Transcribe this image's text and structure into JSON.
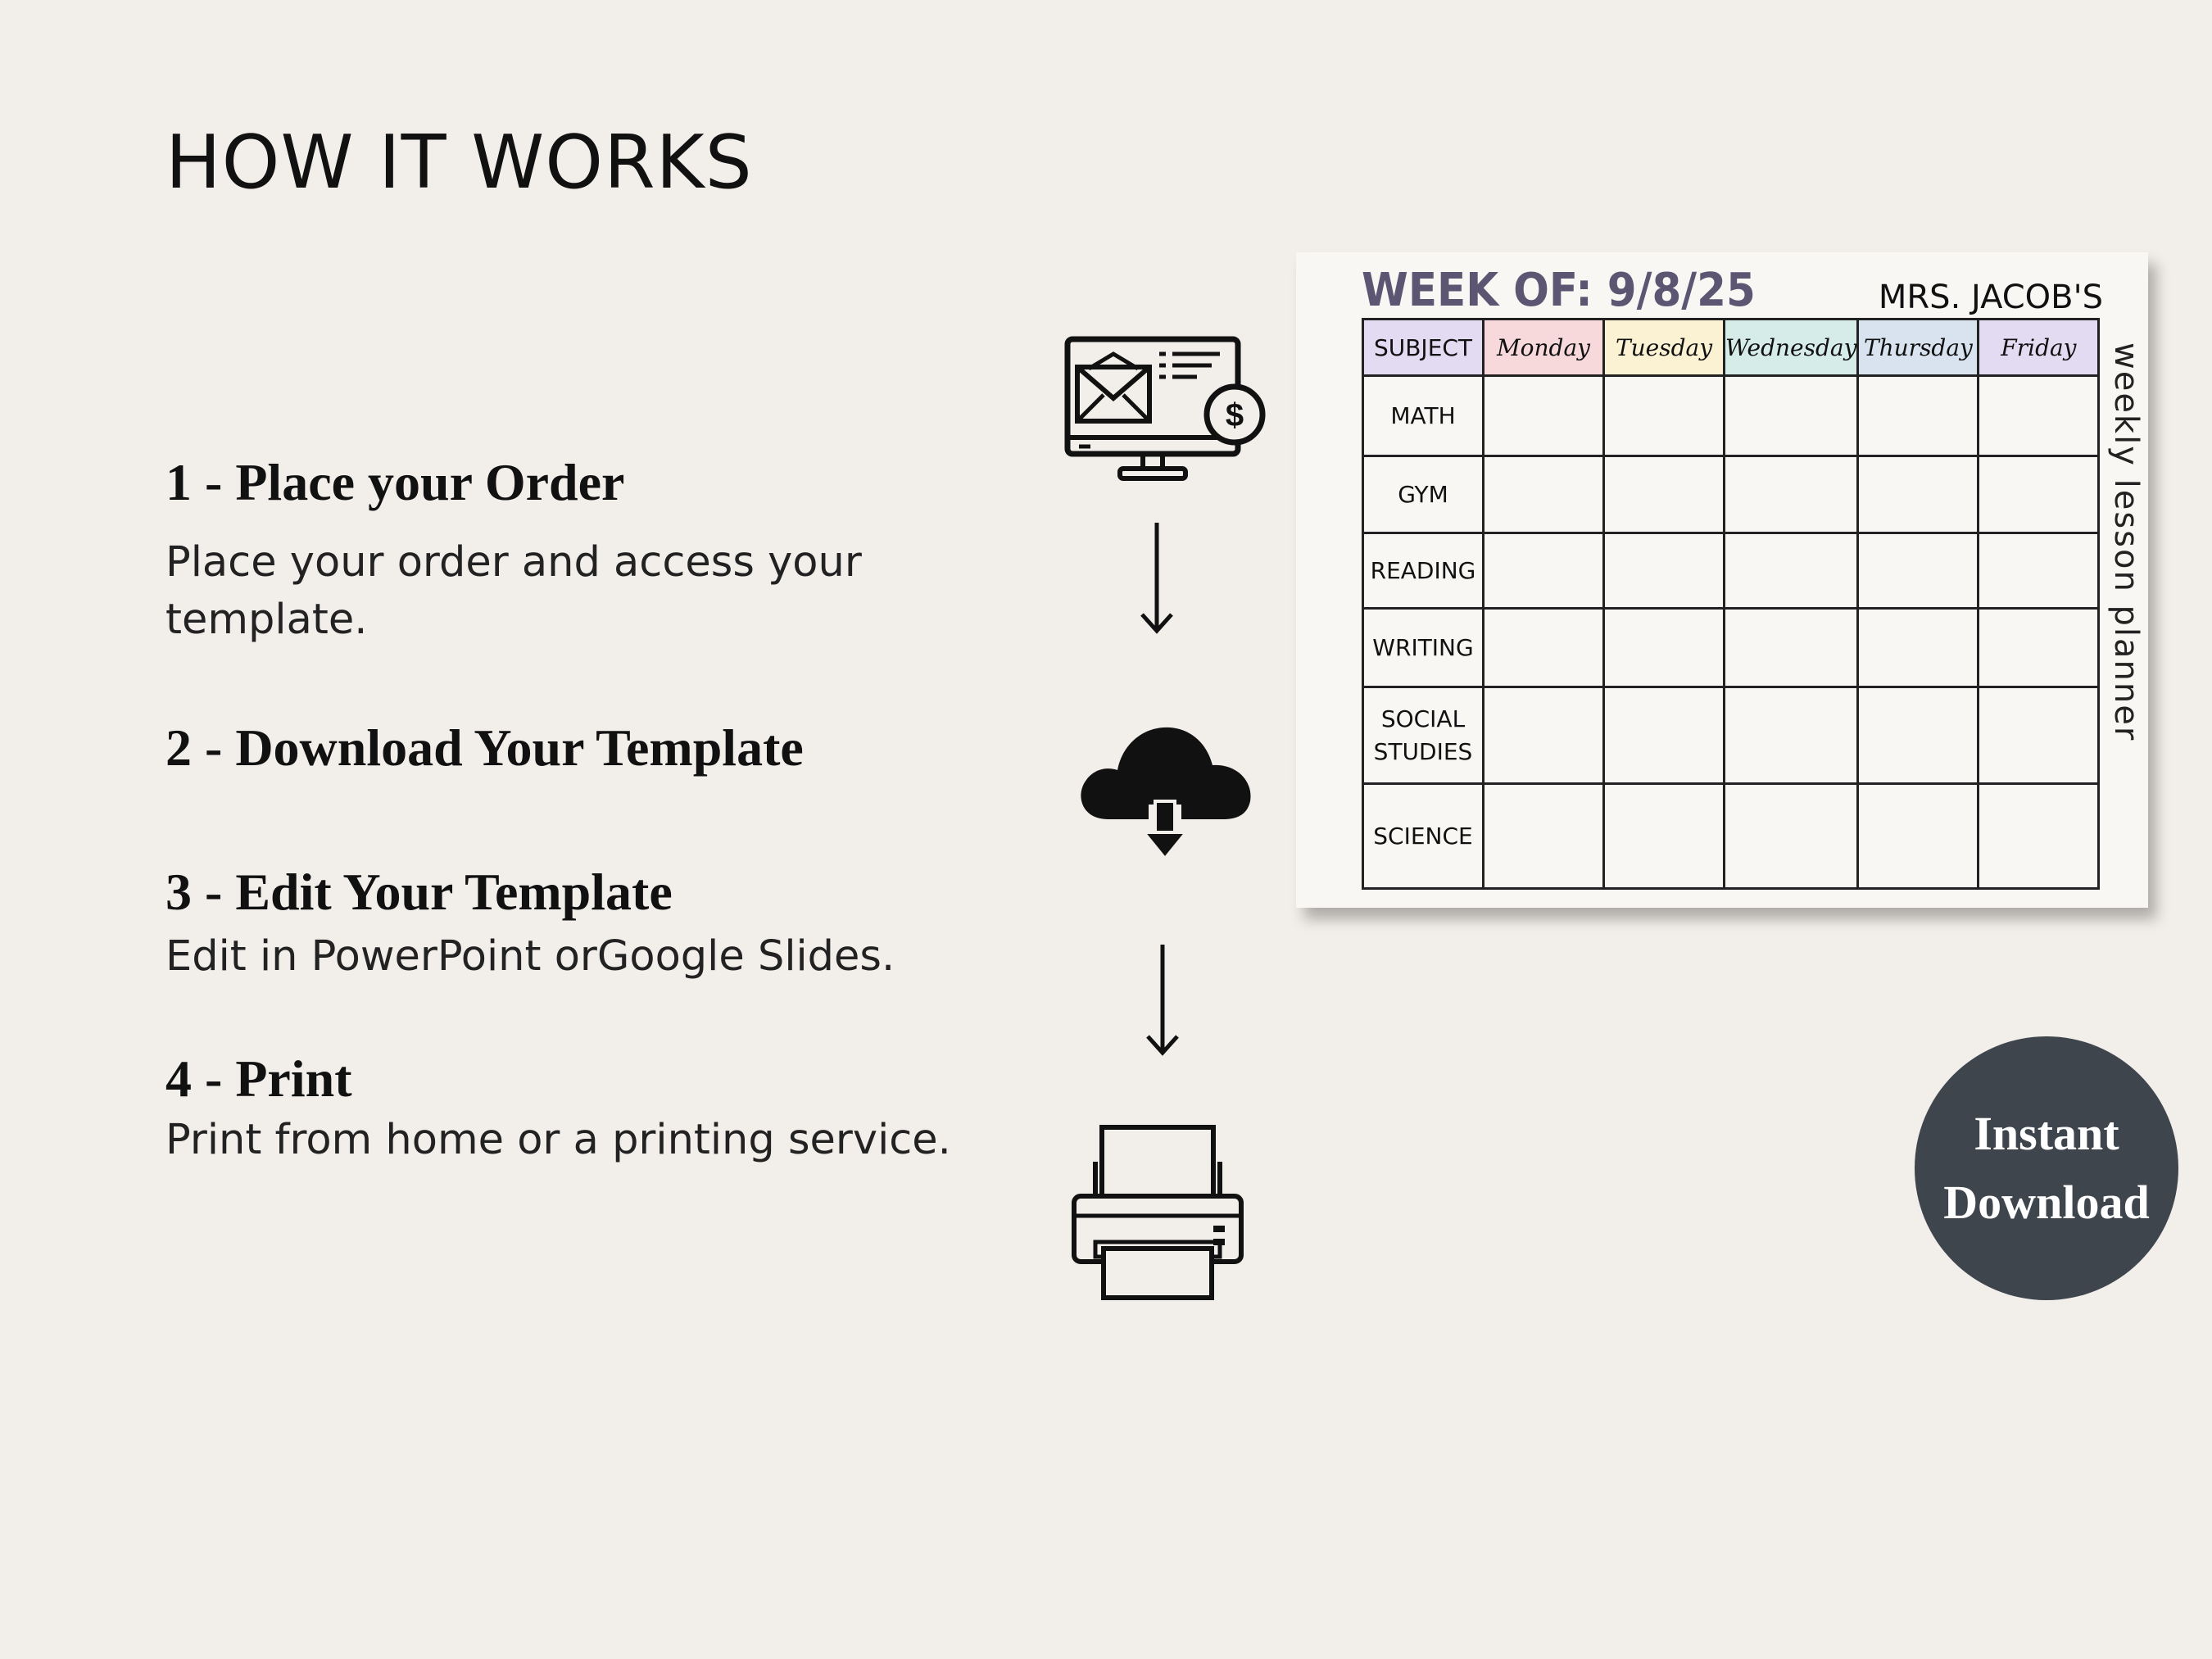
{
  "title": "HOW IT WORKS",
  "steps": [
    {
      "title": "1 - Place your Order",
      "description": "Place your order and access your template."
    },
    {
      "title": "2 - Download Your Template",
      "description": ""
    },
    {
      "title": "3 - Edit Your Template",
      "description": "Edit in PowerPoint orGoogle Slides."
    },
    {
      "title": "4 - Print",
      "description": "Print from home or a printing service."
    }
  ],
  "icons": {
    "order": "computer-email-dollar-icon",
    "download": "cloud-download-icon",
    "print": "printer-icon",
    "arrow": "arrow-down-icon"
  },
  "planner": {
    "week": "WEEK OF: 9/8/25",
    "teacher": "MRS. JACOB'S",
    "side_title": "weekly lesson planner",
    "subject_header": "SUBJECT",
    "days": [
      {
        "label": "Monday",
        "color": "#f7d9dc"
      },
      {
        "label": "Tuesday",
        "color": "#fbf2d3"
      },
      {
        "label": "Wednesday",
        "color": "#d6ece9"
      },
      {
        "label": "Thursday",
        "color": "#d8e3ef"
      },
      {
        "label": "Friday",
        "color": "#e3dbf2"
      }
    ],
    "subject_header_color": "#e3dbf2",
    "subjects": [
      "MATH",
      "GYM",
      "READING",
      "WRITING",
      "SOCIAL STUDIES",
      "SCIENCE"
    ]
  },
  "badge": {
    "line1": "Instant",
    "line2": "Download",
    "color": "#3e454d"
  }
}
